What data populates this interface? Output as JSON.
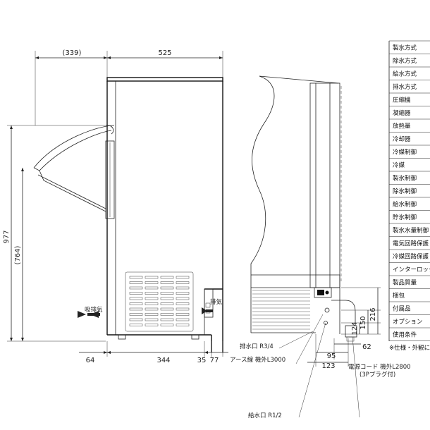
{
  "dimensions": {
    "top_left": "(339)",
    "top_right": "525",
    "height_total": "977",
    "height_inner": "(764)",
    "bottom_left": "64",
    "bottom_mid": "344",
    "bottom_r1": "35",
    "bottom_r2": "77",
    "side_216": "216",
    "side_150": "150",
    "side_124": "124",
    "side_62": "62",
    "side_95": "95",
    "side_123": "123"
  },
  "labels": {
    "intake_exhaust": "吸排気",
    "exhaust": "排気",
    "drain_port": "排水口 R3/4",
    "ground_wire": "アース線 機外L3000",
    "water_supply": "給水口 R1/2",
    "power_cord": "電源コード 機外L2800",
    "plug_note": "(3Pプラグ付)"
  },
  "spec_rows": [
    "製氷方式",
    "除氷方式",
    "給水方式",
    "排水方式",
    "圧縮機",
    "凝縮器",
    "放熱量",
    "冷却器",
    "冷媒制御",
    "冷媒",
    "製氷制御",
    "除氷制御",
    "給水制御",
    "貯氷制御",
    "製氷水量制御",
    "電気回路保護",
    "冷媒回路保護",
    "インターロック",
    "製品質量",
    "梱包",
    "付属品",
    "オプション",
    "使用条件"
  ],
  "footnote": "※仕様・外観につ"
}
